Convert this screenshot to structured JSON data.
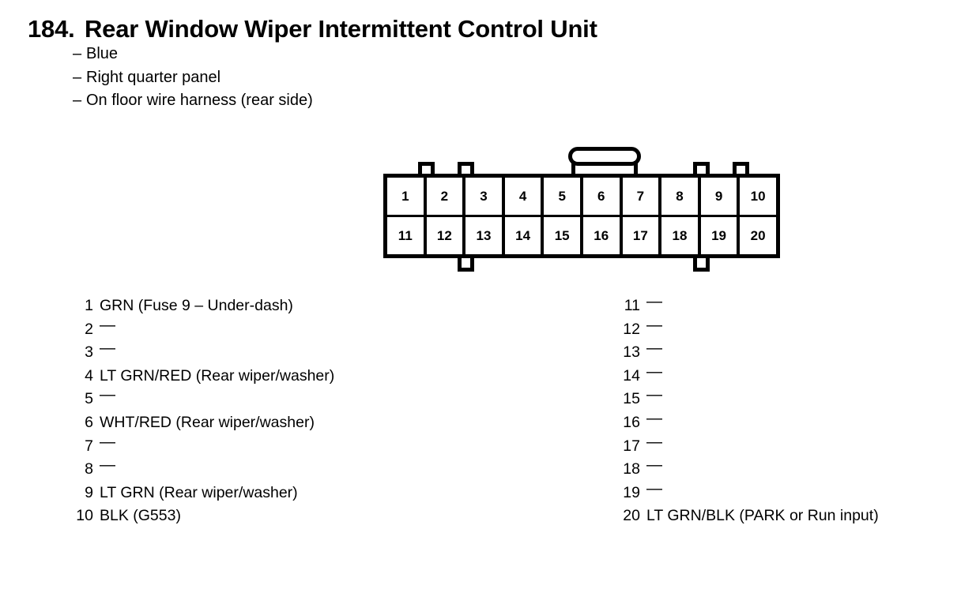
{
  "header": {
    "number": "184.",
    "title": "Rear Window Wiper Intermittent Control Unit",
    "bullets": [
      {
        "dash": "–",
        "text": "Blue"
      },
      {
        "dash": "–",
        "text": "Right quarter panel"
      },
      {
        "dash": "–",
        "text": "On floor wire harness (rear side)"
      }
    ]
  },
  "connector": {
    "name": "20-pin connector",
    "rows": [
      [
        "1",
        "2",
        "3",
        "4",
        "5",
        "6",
        "7",
        "8",
        "9",
        "10"
      ],
      [
        "11",
        "12",
        "13",
        "14",
        "15",
        "16",
        "17",
        "18",
        "19",
        "20"
      ]
    ],
    "latch": "latch-tab",
    "top_tabs": 4,
    "bottom_tabs": 2
  },
  "legend": {
    "left": [
      {
        "pin": "1",
        "desc": "GRN (Fuse 9 – Under-dash)",
        "blank": false
      },
      {
        "pin": "2",
        "desc": "—",
        "blank": true
      },
      {
        "pin": "3",
        "desc": "—",
        "blank": true
      },
      {
        "pin": "4",
        "desc": "LT GRN/RED (Rear wiper/washer)",
        "blank": false
      },
      {
        "pin": "5",
        "desc": "—",
        "blank": true
      },
      {
        "pin": "6",
        "desc": "WHT/RED (Rear wiper/washer)",
        "blank": false
      },
      {
        "pin": "7",
        "desc": "—",
        "blank": true
      },
      {
        "pin": "8",
        "desc": "—",
        "blank": true
      },
      {
        "pin": "9",
        "desc": "LT GRN (Rear wiper/washer)",
        "blank": false
      },
      {
        "pin": "10",
        "desc": "BLK (G553)",
        "blank": false
      }
    ],
    "right": [
      {
        "pin": "11",
        "desc": "—",
        "blank": true
      },
      {
        "pin": "12",
        "desc": "—",
        "blank": true
      },
      {
        "pin": "13",
        "desc": "—",
        "blank": true
      },
      {
        "pin": "14",
        "desc": "—",
        "blank": true
      },
      {
        "pin": "15",
        "desc": "—",
        "blank": true
      },
      {
        "pin": "16",
        "desc": "—",
        "blank": true
      },
      {
        "pin": "17",
        "desc": "—",
        "blank": true
      },
      {
        "pin": "18",
        "desc": "—",
        "blank": true
      },
      {
        "pin": "19",
        "desc": "—",
        "blank": true
      },
      {
        "pin": "20",
        "desc": "LT GRN/BLK (PARK or Run input)",
        "blank": false
      }
    ]
  },
  "colors": {
    "ink": "#000000",
    "paper": "#ffffff"
  }
}
